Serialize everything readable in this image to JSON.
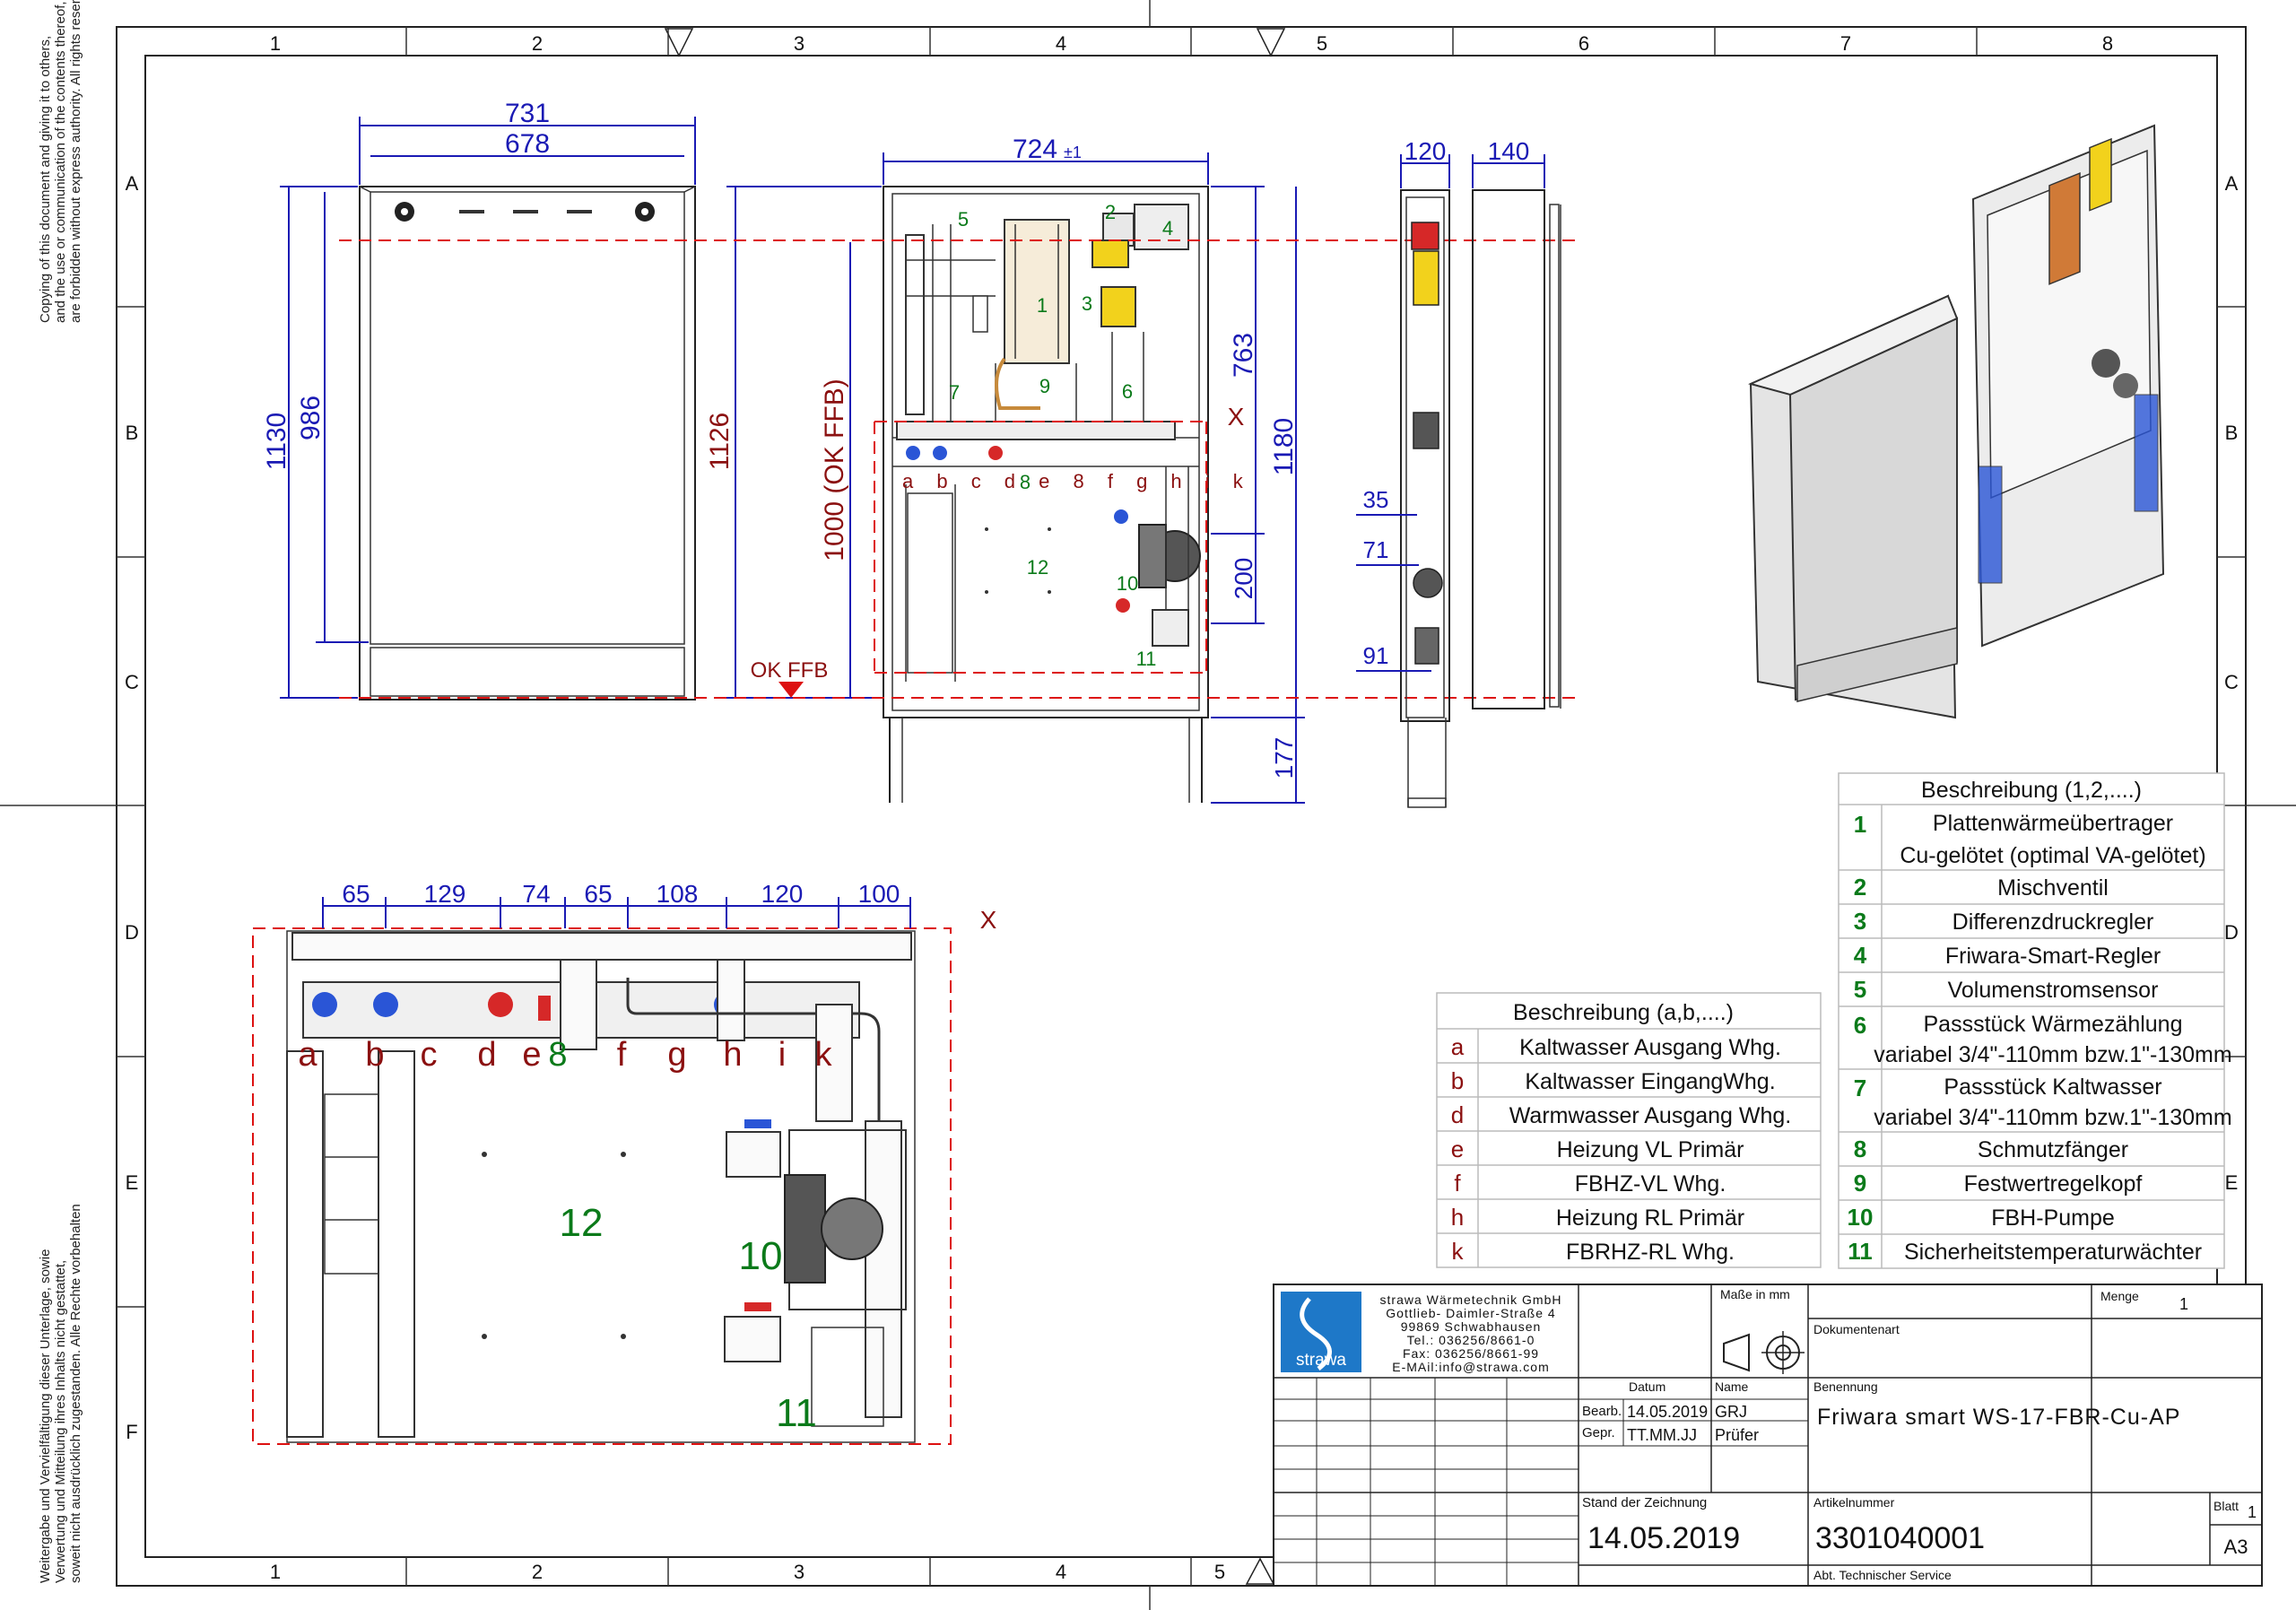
{
  "grid": {
    "columns": [
      "1",
      "2",
      "3",
      "4",
      "5",
      "6",
      "7",
      "8"
    ],
    "rows": [
      "A",
      "B",
      "C",
      "D",
      "E",
      "F"
    ]
  },
  "copyright_left_top": [
    "Copying of this document and giving it to others,",
    "and the use or communication of the contents thereof,",
    "are forbidden without express authority. All rights reserved."
  ],
  "copyright_left_bottom": [
    "Weitergabe und Vervielfältigung dieser Unterlage, sowie",
    "Verwertung und Mitteilung ihres Inhalts nicht gestattet,",
    "soweit nicht ausdrücklich zugestanden. Alle Rechte vorbehalten"
  ],
  "dims_front": {
    "w_outer": "731",
    "w_inner": "678",
    "h_outer": "1130",
    "h_inner": "986"
  },
  "dims_open": {
    "width": "724",
    "tol": "±1",
    "h_1126": "1126",
    "h_1000": "1000 (OK FFB)",
    "ok_ffb": "OK FFB",
    "h_763": "763",
    "h_1180": "1180",
    "h_200": "200",
    "h_177": "177",
    "x_mark": "X"
  },
  "dims_side": {
    "d_120": "120",
    "d_140": "140",
    "d_35": "35",
    "d_71": "71",
    "d_91": "91"
  },
  "open_component_labels": [
    "1",
    "2",
    "3",
    "4",
    "5",
    "6",
    "7",
    "8",
    "9",
    "10",
    "11",
    "12"
  ],
  "open_conn_labels": "a b c d e 8 f g h i k",
  "dims_detail": [
    "65",
    "129",
    "74",
    "65",
    "108",
    "120",
    "100"
  ],
  "detail_x_mark": "X",
  "detail_conn_letters": [
    "a",
    "b",
    "c",
    "d",
    "e",
    "8",
    "f",
    "g",
    "h",
    "i",
    "k"
  ],
  "detail_component_labels": {
    "c12": "12",
    "c10": "10",
    "c11": "11"
  },
  "legend_letters": {
    "title": "Beschreibung (a,b,....)",
    "rows": [
      {
        "key": "a",
        "text": "Kaltwasser Ausgang Whg."
      },
      {
        "key": "b",
        "text": "Kaltwasser EingangWhg."
      },
      {
        "key": "d",
        "text": "Warmwasser Ausgang Whg."
      },
      {
        "key": "e",
        "text": "Heizung VL Primär"
      },
      {
        "key": "f",
        "text": "FBHZ-VL Whg."
      },
      {
        "key": "h",
        "text": "Heizung RL Primär"
      },
      {
        "key": "k",
        "text": "FBRHZ-RL Whg."
      }
    ]
  },
  "legend_numbers": {
    "title": "Beschreibung (1,2,....)",
    "rows": [
      {
        "key": "1",
        "text": "Plattenwärmeübertrager",
        "text2": "Cu-gelötet (optimal VA-gelötet)"
      },
      {
        "key": "2",
        "text": "Mischventil"
      },
      {
        "key": "3",
        "text": "Differenzdruckregler"
      },
      {
        "key": "4",
        "text": "Friwara-Smart-Regler"
      },
      {
        "key": "5",
        "text": "Volumenstromsensor"
      },
      {
        "key": "6",
        "text": "Passstück Wärmezählung",
        "text2": "variabel 3/4\"-110mm bzw.1\"-130mm"
      },
      {
        "key": "7",
        "text": "Passstück Kaltwasser",
        "text2": "variabel 3/4\"-110mm bzw.1\"-130mm"
      },
      {
        "key": "8",
        "text": "Schmutzfänger"
      },
      {
        "key": "9",
        "text": "Festwertregelkopf"
      },
      {
        "key": "10",
        "text": "FBH-Pumpe"
      },
      {
        "key": "11",
        "text": "Sicherheitstemperaturwächter"
      }
    ]
  },
  "title_block": {
    "company": [
      "strawa Wärmetechnik GmbH",
      "Gottlieb- Daimler-Straße 4",
      "99869 Schwabhausen",
      "Tel.: 036256/8661-0",
      "Fax: 036256/8661-99",
      "E-MAil:info@strawa.com"
    ],
    "logo_text": "strawa",
    "masse_label": "Maße in mm",
    "menge_label": "Menge",
    "menge_value": "1",
    "dokumentenart_label": "Dokumentenart",
    "datum_label": "Datum",
    "name_label": "Name",
    "benennung_label": "Benennung",
    "bearb_label": "Bearb.",
    "bearb_date": "14.05.2019",
    "bearb_name": "GRJ",
    "gepr_label": "Gepr.",
    "gepr_date": "TT.MM.JJ",
    "gepr_name": "Prüfer",
    "benennung_value": "Friwara smart WS-17-FBR-Cu-AP",
    "stand_label": "Stand der Zeichnung",
    "stand_value": "14.05.2019",
    "artikel_label": "Artikelnummer",
    "artikel_value": "3301040001",
    "blatt_label": "Blatt",
    "blatt_value": "1",
    "format_value": "A3",
    "abt_value": "Abt. Technischer Service"
  },
  "colors": {
    "dimension": "#1a1ab4",
    "component": "#0b7a1a",
    "connection": "#8b1010",
    "dashed": "#dd1111",
    "logo": "#1e78c8"
  }
}
